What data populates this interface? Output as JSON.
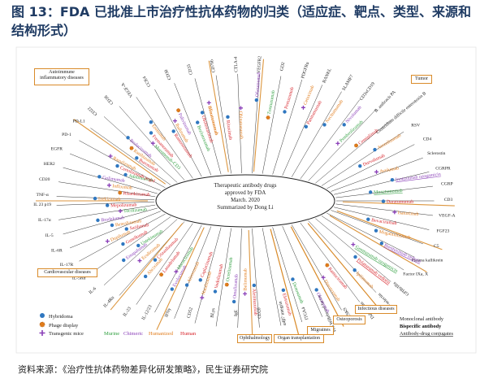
{
  "title": "图 13：FDA 已批准上市治疗性抗体药物的归类（适应症、靶点、类型、来源和结构形式）",
  "source": "资料来源：《治疗性抗体药物差异化研发策略》，民生证券研究院",
  "center_text": [
    "Therapeutic antibody drugs",
    "approved by FDA",
    "March. 2020",
    "Summarized by Dong Li"
  ],
  "colors": {
    "murine": "#2e9e3e",
    "chimeric": "#8a3fb8",
    "humanized": "#e07b1a",
    "human": "#d61f26",
    "black": "#111111",
    "navy": "#1f3b63",
    "orange": "#d98b2a"
  },
  "category_boxes": [
    {
      "id": "autoimmune",
      "text": "Autoimmune inflammatory diseases"
    },
    {
      "id": "tumor",
      "text": "Tumor"
    },
    {
      "id": "cardio",
      "text": "Cardiovascular diseases"
    },
    {
      "id": "infectious",
      "text": "Infectious diseases"
    },
    {
      "id": "osteoporosis",
      "text": "Osteoporosis"
    },
    {
      "id": "migraines",
      "text": "Migraines"
    },
    {
      "id": "organ",
      "text": "Organ transplantation"
    },
    {
      "id": "ophthalmology",
      "text": "Ophthalmology"
    }
  ],
  "targets": [
    "TNF-α",
    "CD20",
    "HER2",
    "EGFR",
    "PD-1",
    "PD-L1",
    "CD22",
    "CD38",
    "VEGF-A",
    "CCR4",
    "CD30",
    "CD33",
    "CD79b",
    "CTLA-4",
    "VEGFR2",
    "GD2",
    "PDGFRα",
    "RANKL",
    "SLAMF7",
    "CD3xCD19",
    "B. anthracis PA",
    "Clostridium difficile enterotoxin B",
    "RSV",
    "CD4",
    "Sclerostin",
    "CGRPR",
    "CGRP",
    "CD3",
    "VEGF-A",
    "FGF23",
    "C5",
    "Plasma kallikrein",
    "Factor IXa, X",
    "GPIIb/IIIa",
    "P-selectin",
    "Dabigatran",
    "PCSK9",
    "von Willebrand factor",
    "ITGA4",
    "α4β7 integrin",
    "CD20",
    "IgE",
    "BLys",
    "CD52",
    "IFNγ",
    "IL-12/23",
    "IL-23",
    "IL-4Rα",
    "IL-6",
    "IL-5Rα",
    "IL-17R",
    "IL-6R",
    "IL-5",
    "IL-17α",
    "IL 23 p19"
  ],
  "left_labels": [
    "Alemtuzumab",
    "Belimumab",
    "Omalizumab",
    "Ocrelizumab",
    "Vedolizumab",
    "Natalizumab",
    "Caplacizumab",
    "Alirocumab",
    "Evolocumab",
    "Idarucizumab",
    "Lanadelumab",
    "Abciximab",
    "Crizanlizumab",
    "Eculizumab",
    "Emapalumab",
    "Ustekinumab",
    "Guselkumab",
    "Dupilumab",
    "Sarilumab",
    "Benralizumab",
    "Brodalumab",
    "Tocilizumab",
    "Mepolizumab",
    "Ixekizumab",
    "Risankizumab",
    "Infliximab",
    "Golimumab",
    "Adalimumab",
    "Certolizumab pegol",
    "Ravulizumab",
    "Burosumab",
    "Ranibizumab",
    "Brolucizumab",
    "Muromonab-CD3",
    "Fremanezumab",
    "Erenumab",
    "Romosozumab",
    "Ibalizumab",
    "Palivizumab",
    "Bezlotoxumab",
    "Obiltoxaximab",
    "Blinatumomab"
  ],
  "right_labels": [
    "Rituximab",
    "Obinutuzumab",
    "Ofatumumab",
    "Trastuzumab",
    "Pertuzumab",
    "Cetuximab",
    "Panitumumab",
    "Necitumumab",
    "Nivolumab",
    "Pembrolizumab",
    "Cemiplimab",
    "Atezolizumab",
    "Durvalumab",
    "Avelumab",
    "Inotuzumab ozogamicin",
    "Moxetumomab",
    "Daratumumab",
    "Isatuximab",
    "Bevacizumab",
    "Mogamulizumab",
    "Brentuximab vedotin",
    "Gemtuzumab ozogamicin",
    "Polatuzumab vedotin",
    "Ipilimumab",
    "Ramucirumab",
    "Dinutuximab",
    "Olaratumab",
    "Denosumab",
    "Elotuzumab"
  ],
  "legend_left": [
    {
      "text": "Hybridoma",
      "icon": "circle-icon"
    },
    {
      "text": "Phage display",
      "icon": "sun-icon"
    },
    {
      "text": "Transgenic mice",
      "icon": "plus-icon"
    }
  ],
  "legend_colors": [
    {
      "text": "Murine",
      "key": "murine"
    },
    {
      "text": "Chimeric",
      "key": "chimeric"
    },
    {
      "text": "Humanized",
      "key": "humanized"
    },
    {
      "text": "Human",
      "key": "human"
    }
  ],
  "legend_right": [
    {
      "text": "Monoclonal antibody",
      "style": "normal"
    },
    {
      "text": "Bispecific antibody",
      "style": "bold"
    },
    {
      "text": "Antibody-drug conjugates",
      "style": "underline"
    }
  ]
}
